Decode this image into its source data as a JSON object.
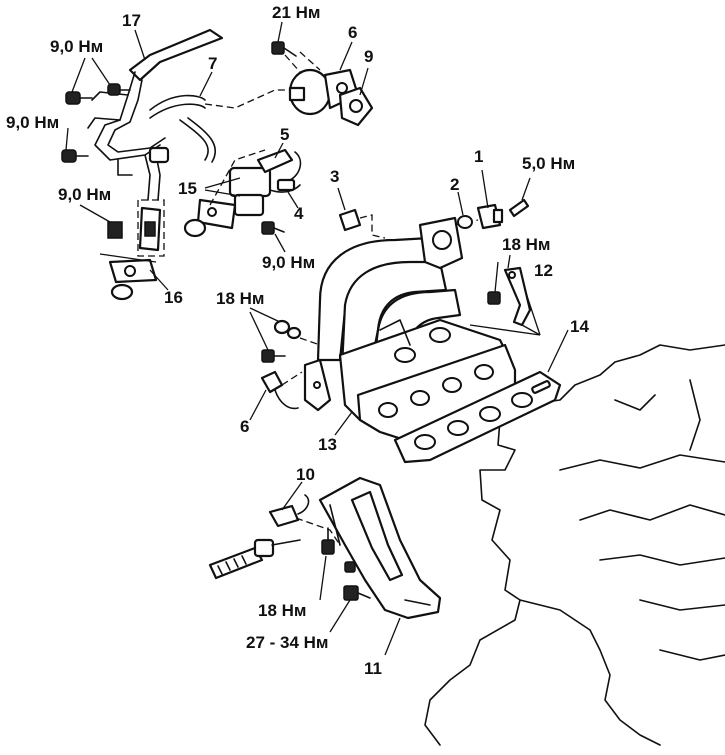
{
  "labels": {
    "p17": "17",
    "p21nm": "21 Нм",
    "p6top": "6",
    "p9": "9",
    "p7": "7",
    "t9a": "9,0 Нм",
    "t9b": "9,0 Нм",
    "p5": "5",
    "p15": "15",
    "p4": "4",
    "t9c": "9,0 Нм",
    "t9d": "9,0 Нм",
    "p16": "16",
    "p1": "1",
    "p2": "2",
    "p3": "3",
    "t5nm": "5,0 Нм",
    "t18a": "18 Нм",
    "p12": "12",
    "t18b": "18 Нм",
    "p14": "14",
    "p6bot": "6",
    "p13": "13",
    "p10": "10",
    "t18c": "18 Нм",
    "t27": "27 - 34 Нм",
    "p11": "11"
  }
}
